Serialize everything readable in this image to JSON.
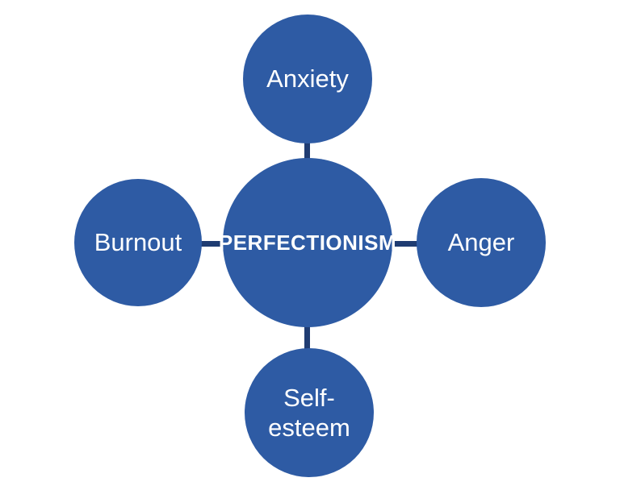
{
  "diagram": {
    "type": "hub-and-spoke",
    "center": {
      "label": "PERFECTIONISM"
    },
    "nodes": [
      {
        "id": "anxiety",
        "label": "Anxiety",
        "position": "top"
      },
      {
        "id": "burnout",
        "label": "Burnout",
        "position": "left"
      },
      {
        "id": "anger",
        "label": "Anger",
        "position": "right"
      },
      {
        "id": "self_esteem",
        "label": "Self-esteem",
        "position": "bottom"
      }
    ],
    "colors": {
      "circle_fill": "#2e5ba4",
      "connector": "#1f3c72",
      "label_text": "#ffffff",
      "background": "#ffffff"
    }
  }
}
